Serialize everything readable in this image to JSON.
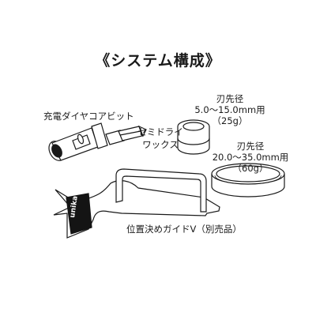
{
  "title": "《システム構成》",
  "labels": {
    "diamond_core_bit": "充電ダイヤコアビット",
    "semi_dry_wax": [
      "セミドライ",
      "ワックス"
    ],
    "small_wax": [
      "刃先径",
      "5.0～15.0mm用",
      "（25g）"
    ],
    "large_wax": [
      "刃先径",
      "20.0～35.0mm用",
      "（60g）"
    ],
    "guide": "位置決めガイドV（別売品）"
  },
  "brand": "unika"
}
